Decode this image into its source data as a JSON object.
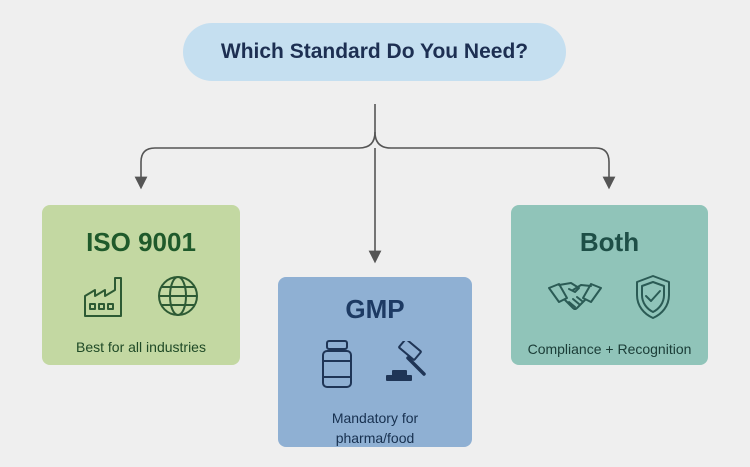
{
  "question": "Which Standard Do You Need?",
  "options": [
    {
      "title": "ISO 9001",
      "caption": "Best for all industries",
      "icons": [
        "factory-icon",
        "globe-icon"
      ],
      "color": "#c3d8a2"
    },
    {
      "title": "GMP",
      "caption_lines": [
        "Mandatory for",
        "pharma/food"
      ],
      "icons": [
        "medicine-bottle-icon",
        "gavel-icon"
      ],
      "color": "#8fb0d3"
    },
    {
      "title": "Both",
      "caption": "Compliance + Recognition",
      "icons": [
        "handshake-icon",
        "shield-check-icon"
      ],
      "color": "#90c4b9"
    }
  ],
  "colors": {
    "background": "#efefef",
    "question_fill": "#c5dff0",
    "connector": "#555555"
  }
}
